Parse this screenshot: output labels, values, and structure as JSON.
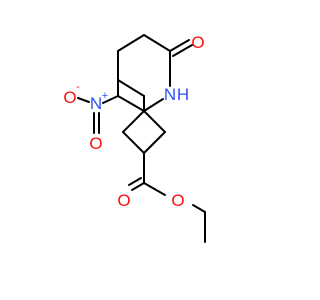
{
  "colors": {
    "oxygen": "#ff0d0d",
    "nitrogen": "#3050f8",
    "bond": "#000000",
    "background": "#ffffff"
  },
  "atoms": {
    "lactam_oxygen": "O",
    "amide_nitrogen": "N",
    "amide_hydrogen": "H",
    "nitro_nitrogen": "N",
    "nitro_plus_charge": "+",
    "nitro_oxygen_double": "O",
    "nitro_oxygen_single": "O",
    "nitro_minus_charge": "-",
    "ester_carbonyl_oxygen": "O",
    "ester_ether_oxygen": "O"
  }
}
